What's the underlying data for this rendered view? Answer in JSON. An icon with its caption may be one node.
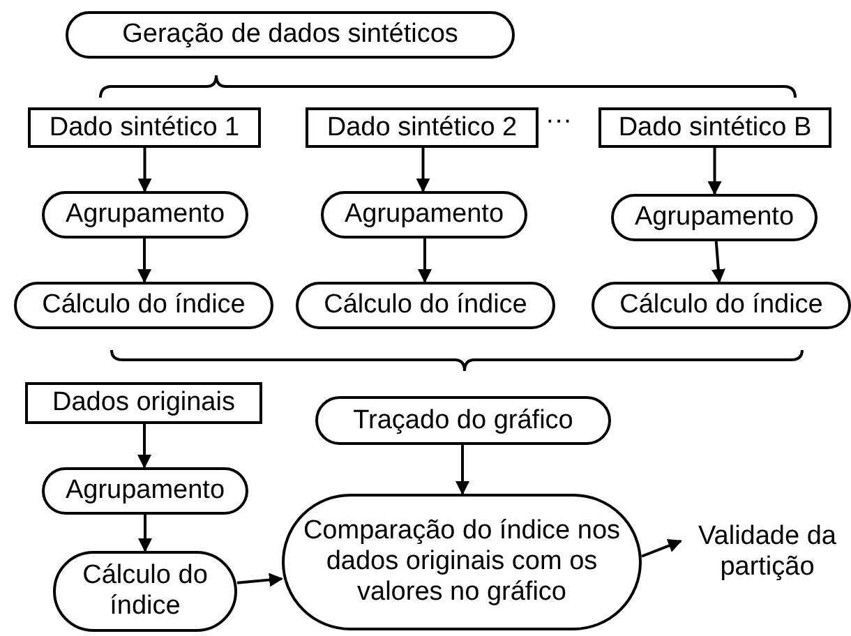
{
  "diagram": {
    "nodes": [
      {
        "text": [
          "Geração de dados sintéticos"
        ]
      },
      {
        "text": [
          "Dado sintético 1"
        ]
      },
      {
        "text": [
          "Dado sintético 2"
        ]
      },
      {
        "text": [
          "Dado sintético B"
        ]
      },
      {
        "text": [
          "Agrupamento"
        ]
      },
      {
        "text": [
          "Agrupamento"
        ]
      },
      {
        "text": [
          "Agrupamento"
        ]
      },
      {
        "text": [
          "Cálculo do índice"
        ]
      },
      {
        "text": [
          "Cálculo do índice"
        ]
      },
      {
        "text": [
          "Cálculo do índice"
        ]
      },
      {
        "text": [
          "Dados originais"
        ]
      },
      {
        "text": [
          "Traçado do gráfico"
        ]
      },
      {
        "text": [
          "Agrupamento"
        ]
      },
      {
        "text": [
          "Cálculo do índice"
        ]
      },
      {
        "text": [
          "Comparação do índice nos dados originais com os valores no gráfico"
        ]
      },
      {
        "text": [
          "Validade da partição"
        ]
      }
    ],
    "edges": [
      {
        "from": 1,
        "to": 4,
        "arrow": "to"
      },
      {
        "from": 2,
        "to": 5,
        "arrow": "to"
      },
      {
        "from": 3,
        "to": 6,
        "arrow": "to"
      },
      {
        "from": 4,
        "to": 7,
        "arrow": "to"
      },
      {
        "from": 5,
        "to": 8,
        "arrow": "to"
      },
      {
        "from": 6,
        "to": 9,
        "arrow": "to"
      },
      {
        "from": 10,
        "to": 12,
        "arrow": "to"
      },
      {
        "from": 12,
        "to": 13,
        "arrow": "to"
      },
      {
        "from": 13,
        "to": 14,
        "arrow": "to"
      },
      {
        "from": 11,
        "to": 14,
        "arrow": "to"
      },
      {
        "from": 14,
        "to": 15,
        "arrow": "to"
      }
    ],
    "labels": [
      "···"
    ]
  }
}
